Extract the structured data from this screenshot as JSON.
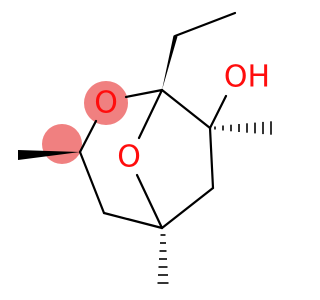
{
  "molecule": {
    "atom_labels": {
      "ring_oxygen": "O",
      "bridge_oxygen": "O",
      "hydroxyl": "OH"
    },
    "colors": {
      "heteroatom": "#ff0d0d",
      "bond": "#000000",
      "highlight": "#f08080",
      "background": "#ffffff"
    }
  }
}
